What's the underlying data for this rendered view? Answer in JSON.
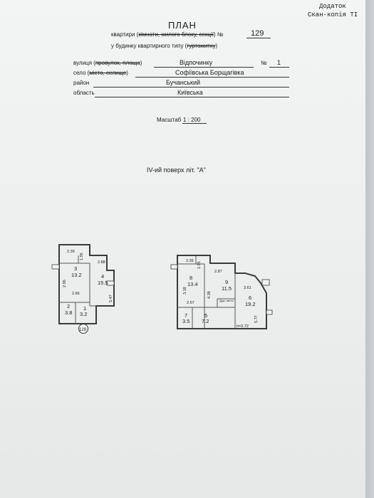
{
  "corner": {
    "line1": "Додаток",
    "line2": "Скан-копія ТІ"
  },
  "header": {
    "title": "ПЛАН",
    "line1_prefix": "квартири (",
    "line1_struck": "кімнати, жилого блоку, секції",
    "line1_suffix": ") №",
    "apartment_no": "129",
    "line2_prefix": "у будинку квартирного типу (",
    "line2_struck": "гуртожитку",
    "line2_suffix": ")"
  },
  "address": {
    "street_label": "вулиця (",
    "street_label_struck": "провулок, площа",
    "street_label_end": ")",
    "street_value": "Відпочинку",
    "house_label": "№",
    "house_value": "1",
    "village_label": "село (",
    "village_label_struck": "місто, селище",
    "village_label_end": ")",
    "village_value": "Софіївська Борщагівка",
    "district_label": "район",
    "district_value": "Бучанський",
    "region_label": "область",
    "region_value": "Київська"
  },
  "scale": {
    "label": "Масштаб",
    "value": "1 : 200"
  },
  "floor": {
    "label": "IV-ий поверх літ. \"А\""
  },
  "plan_left": {
    "dims": [
      "2.39",
      "1.95",
      "2.88",
      "2.96",
      "2.66",
      "5.47"
    ],
    "rooms": [
      {
        "no": "3",
        "area": "13.2"
      },
      {
        "no": "4",
        "area": "15.5"
      },
      {
        "no": "2",
        "area": "3.8"
      },
      {
        "no": "1",
        "area": "3.2"
      }
    ],
    "apt_marker": "129"
  },
  "plan_right": {
    "dims": [
      "2.39",
      "1.95",
      "2.87",
      "3.18",
      "4.38",
      "2.67",
      "3.61",
      "5.77",
      "h=2.72"
    ],
    "rooms": [
      {
        "no": "8",
        "area": "13.4"
      },
      {
        "no": "9",
        "area": "11.5"
      },
      {
        "no": "6",
        "area": "19.2"
      },
      {
        "no": "7",
        "area": "3.5"
      },
      {
        "no": "5",
        "area": "7.2"
      }
    ],
    "shaft_label": "Друк. світло"
  }
}
